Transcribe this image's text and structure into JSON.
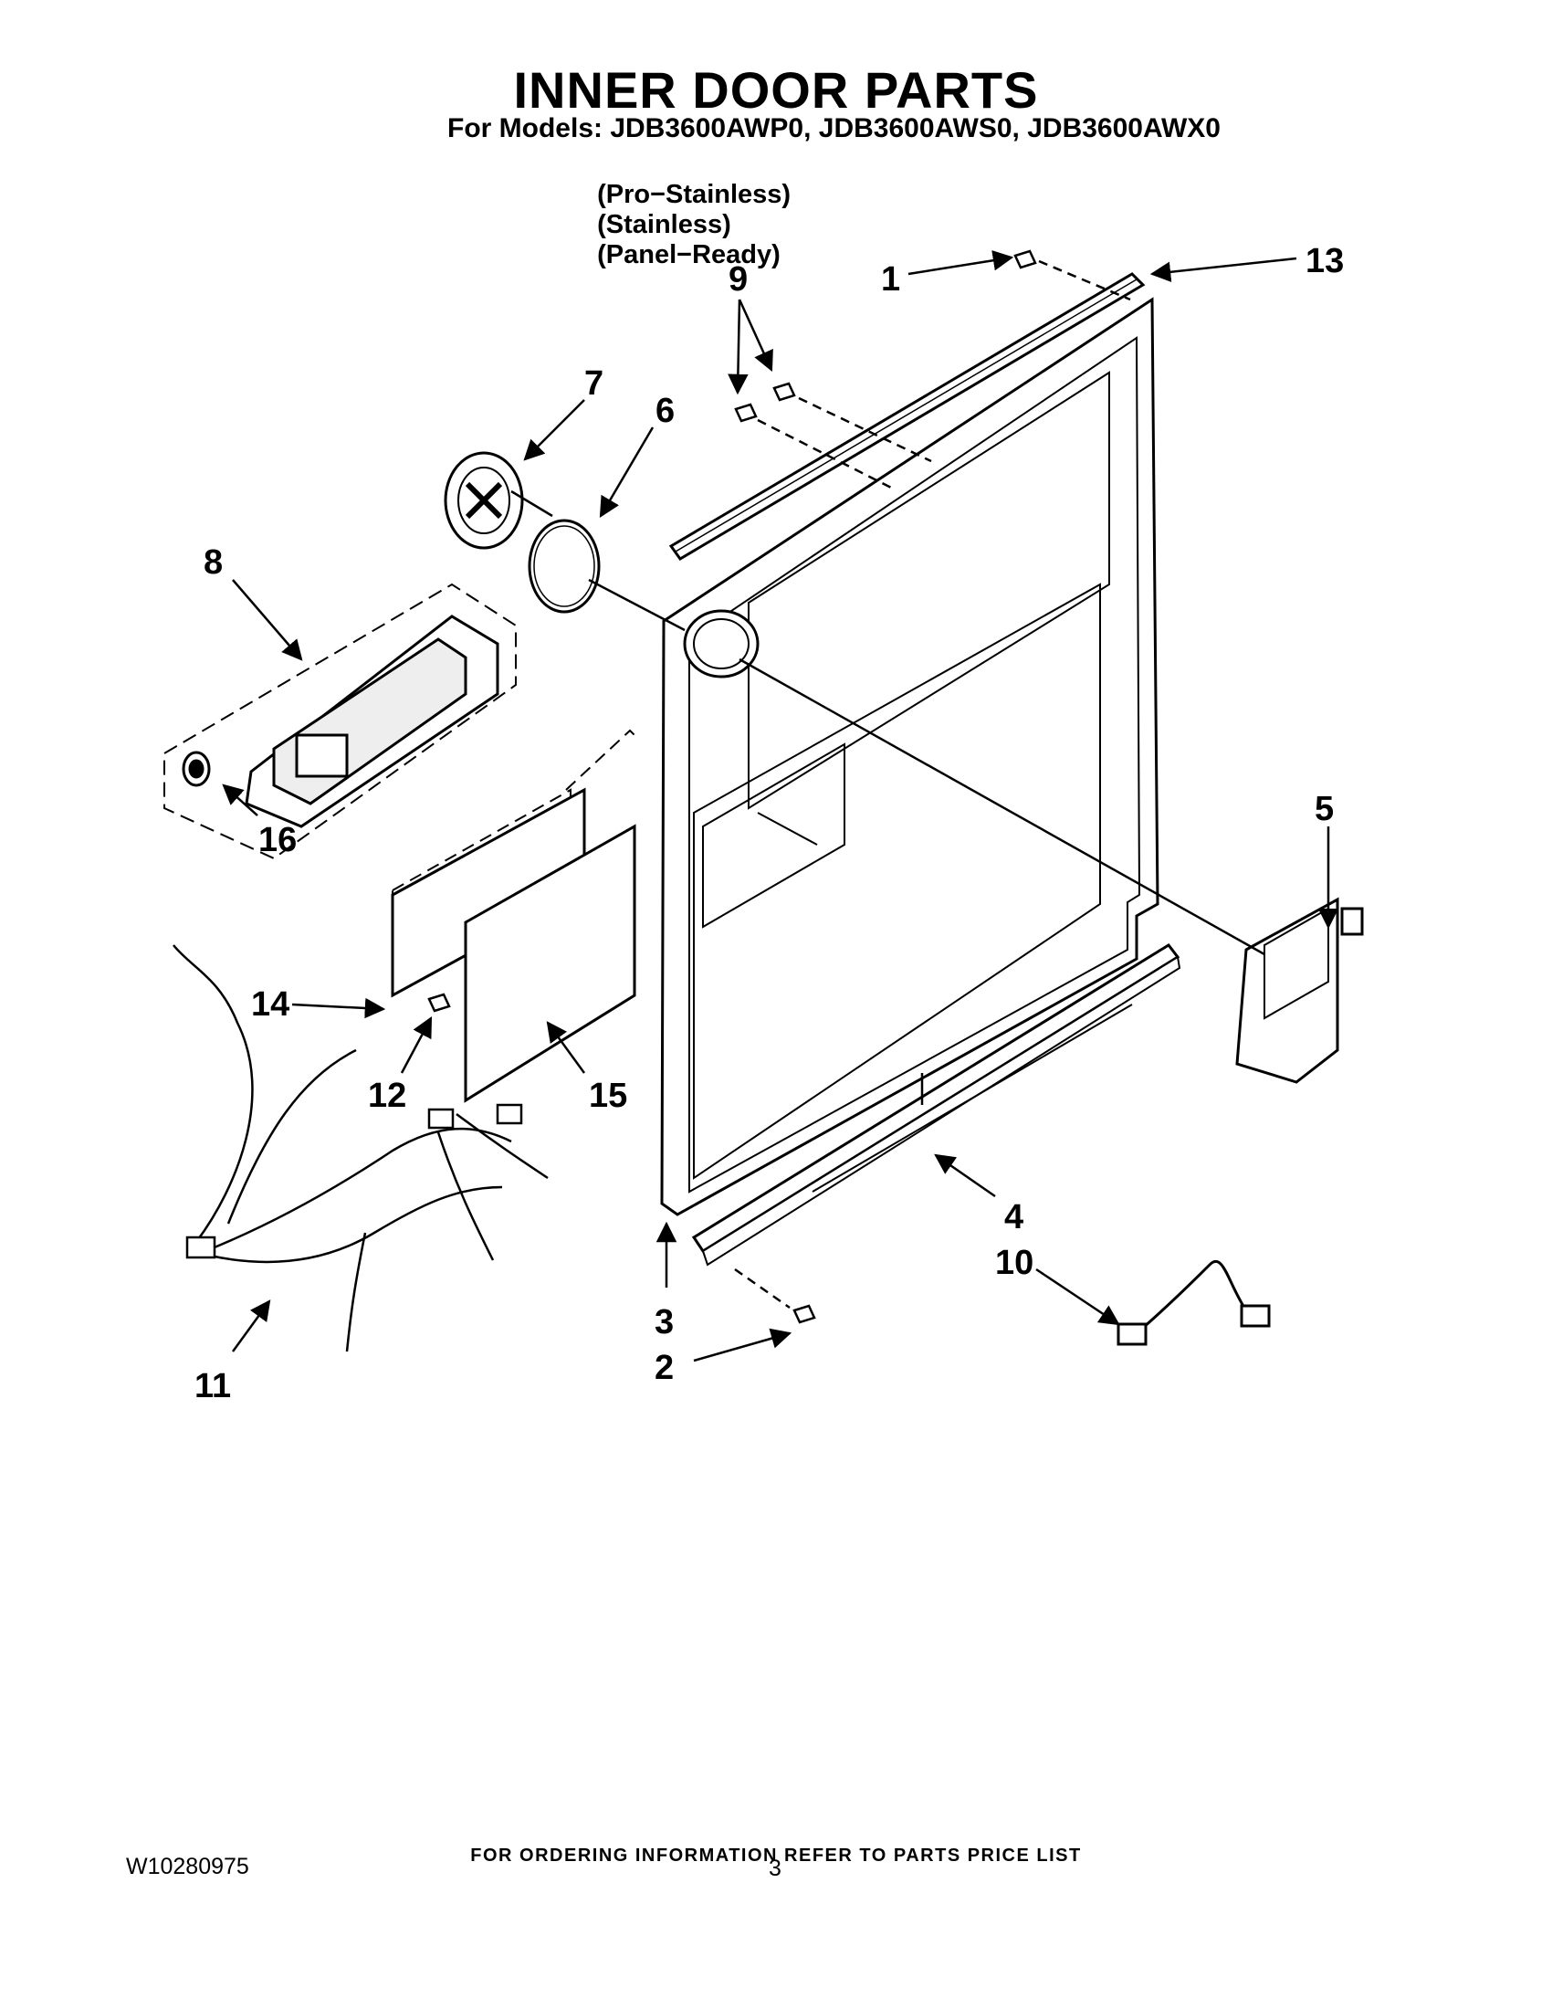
{
  "header": {
    "title": "INNER DOOR PARTS",
    "models_line": "For Models: JDB3600AWP0, JDB3600AWS0, JDB3600AWX0",
    "finishes": [
      "(Pro−Stainless)",
      "(Stainless)",
      "(Panel−Ready)"
    ]
  },
  "callouts": {
    "c1": "1",
    "c2": "2",
    "c3": "3",
    "c4": "4",
    "c5": "5",
    "c6": "6",
    "c7": "7",
    "c8": "8",
    "c9": "9",
    "c10": "10",
    "c11": "11",
    "c12": "12",
    "c13": "13",
    "c14": "14",
    "c15": "15",
    "c16": "16"
  },
  "footer": {
    "ordering_note": "FOR ORDERING INFORMATION REFER TO PARTS PRICE LIST",
    "doc_number": "W10280975",
    "page_number": "3"
  }
}
